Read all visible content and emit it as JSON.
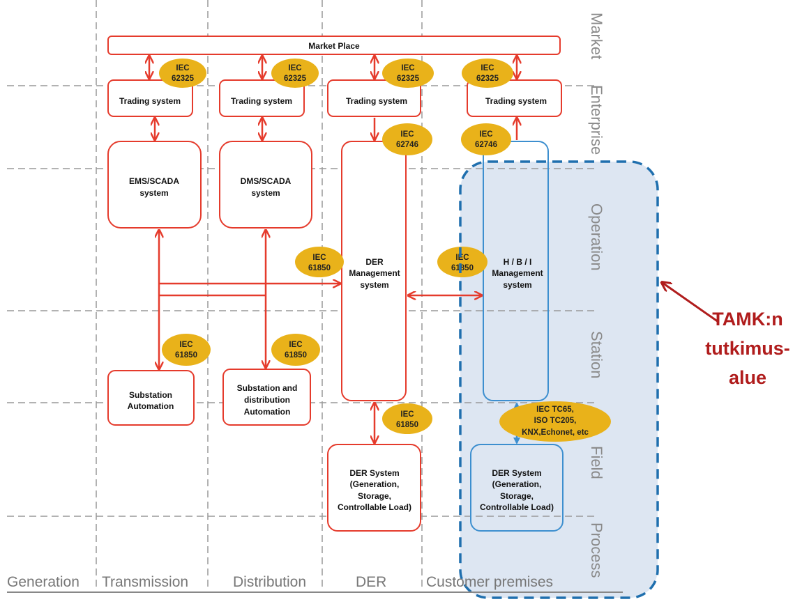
{
  "zones": [
    "Market",
    "Enterprise",
    "Operation",
    "Station",
    "Field",
    "Process"
  ],
  "columns": [
    "Generation",
    "Transmission",
    "Distribution",
    "DER",
    "Customer premises"
  ],
  "market_place": "Market Place",
  "trading_system": "Trading system",
  "systems": {
    "ems": [
      "EMS/SCADA",
      "system"
    ],
    "dms": [
      "DMS/SCADA",
      "system"
    ],
    "der_mgmt": [
      "DER",
      "Management",
      "system"
    ],
    "hbi_mgmt": [
      "H / B / I",
      "Management",
      "system"
    ],
    "substation": [
      "Substation",
      "Automation"
    ],
    "substation_dist": [
      "Substation and",
      "distribution",
      "Automation"
    ],
    "der_system": [
      "DER System",
      "(Generation,",
      "Storage,",
      "Controllable Load)"
    ]
  },
  "standards": {
    "iec": "IEC",
    "s62325": "62325",
    "s62746": "62746",
    "s61850": "61850",
    "multi": [
      "IEC TC65,",
      "ISO TC205,",
      "KNX,Echonet, etc"
    ]
  },
  "annotation": [
    "TAMK:n",
    "tutkimus-",
    "alue"
  ],
  "colors": {
    "red": "#e53b2c",
    "blue": "#3d8fcf",
    "gold": "#e9b21a",
    "annotation": "#b01c1c",
    "highlight": "#dde6f2"
  }
}
